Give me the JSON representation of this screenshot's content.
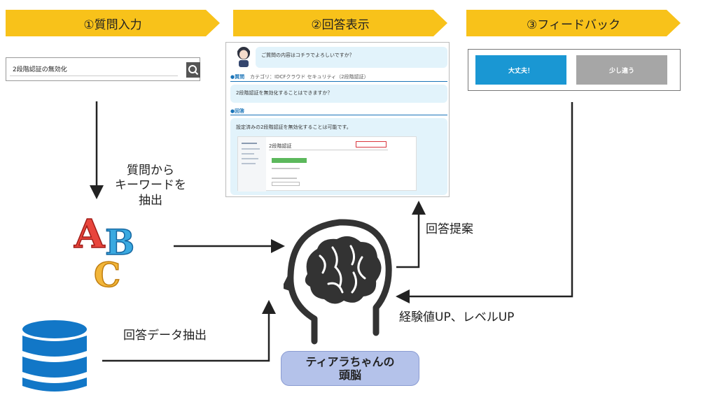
{
  "steps": {
    "step1": "①質問入力",
    "step2": "②回答表示",
    "step3": "③フィードバック"
  },
  "search": {
    "value": "2段階認証の無効化",
    "icon": "search-icon"
  },
  "answer_panel": {
    "greeting": "ご質問の内容はコチラでよろしいですか？",
    "question_section": "●質問",
    "category": "カテゴリ：IDCFクラウド セキュリティ（2段階認証）",
    "question_text": "2段階認証を無効化することはできますか？",
    "answer_section": "●回答",
    "answer_text": "設定済みの2段階認証を無効化することは可能です。",
    "screenshot_heading": "2段階認証"
  },
  "feedback": {
    "ok_label": "大丈夫！",
    "ng_label": "少し違う",
    "ok_color": "#1a97d3",
    "ng_color": "#a6a6a6"
  },
  "labels": {
    "extract_keywords": [
      "質問から",
      "キーワードを",
      "抽出"
    ],
    "propose_answer": "回答提案",
    "extract_data": "回答データ抽出",
    "level_up": "経験値UP、レベルUP"
  },
  "brain": {
    "line1": "ティアラちゃんの",
    "line2": "頭脳"
  },
  "colors": {
    "banner": "#f8c21a",
    "accent": "#1a74b8",
    "brain_box": "#b4c2ea",
    "database": "#1277c7"
  }
}
